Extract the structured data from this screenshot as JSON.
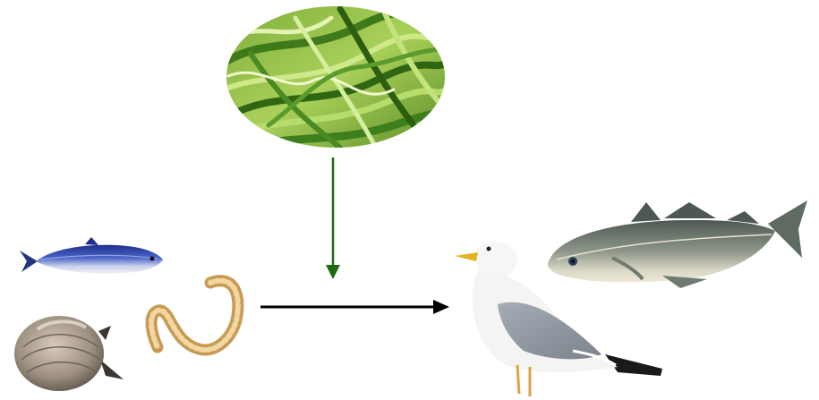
{
  "diagram": {
    "type": "food-web",
    "nodes": [
      {
        "id": "seagrass",
        "icon": "seagrass-photo"
      },
      {
        "id": "herring",
        "icon": "fish-icon"
      },
      {
        "id": "clam",
        "icon": "clam-icon"
      },
      {
        "id": "worm",
        "icon": "worm-icon"
      },
      {
        "id": "gull",
        "icon": "gull-icon"
      },
      {
        "id": "cod",
        "icon": "fish-icon"
      }
    ],
    "edges": [
      {
        "from": "seagrass",
        "to": "main-link",
        "color": "#1e6b12"
      },
      {
        "from": "prey-group",
        "to": "predator-group",
        "color": "#000000"
      }
    ]
  }
}
